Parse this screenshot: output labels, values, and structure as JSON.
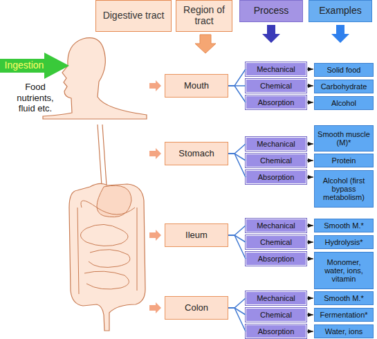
{
  "diagram": {
    "nodes": [
      {
        "text": [
          "Digestive tract"
        ]
      },
      {
        "text": [
          "Region of tract"
        ]
      },
      {
        "text": [
          "Process"
        ]
      },
      {
        "text": [
          "Examples"
        ]
      },
      {
        "text": [
          "Ingestion"
        ]
      },
      {
        "text": [
          "Mouth"
        ]
      },
      {
        "text": [
          "Mechanical"
        ]
      },
      {
        "text": [
          "Chemical"
        ]
      },
      {
        "text": [
          "Absorption"
        ]
      },
      {
        "text": [
          "Solid food"
        ]
      },
      {
        "text": [
          "Carbohydrate"
        ]
      },
      {
        "text": [
          "Alcohol"
        ]
      },
      {
        "text": [
          "Stomach"
        ]
      },
      {
        "text": [
          "Mechanical"
        ]
      },
      {
        "text": [
          "Chemical"
        ]
      },
      {
        "text": [
          "Absorption"
        ]
      },
      {
        "text": [
          "Smooth muscle (M)*"
        ]
      },
      {
        "text": [
          "Protein"
        ]
      },
      {
        "text": [
          "Alcohol (first bypass metabolism)"
        ]
      },
      {
        "text": [
          "Ileum"
        ]
      },
      {
        "text": [
          "Mechanical"
        ]
      },
      {
        "text": [
          "Chemical"
        ]
      },
      {
        "text": [
          "Absorption"
        ]
      },
      {
        "text": [
          "Smooth M.*"
        ]
      },
      {
        "text": [
          "Hydrolysis*"
        ]
      },
      {
        "text": [
          "Monomer, water, ions, vitamin"
        ]
      },
      {
        "text": [
          "Colon"
        ]
      },
      {
        "text": [
          "Mechanical"
        ]
      },
      {
        "text": [
          "Chemical"
        ]
      },
      {
        "text": [
          "Absorption"
        ]
      },
      {
        "text": [
          "Smooth M.*"
        ]
      },
      {
        "text": [
          "Fermentation*"
        ]
      },
      {
        "text": [
          "Water, ions"
        ]
      }
    ],
    "edges": [
      {
        "from": 5,
        "to": 6,
        "arrow": "none"
      },
      {
        "from": 5,
        "to": 7,
        "arrow": "none"
      },
      {
        "from": 5,
        "to": 8,
        "arrow": "none"
      },
      {
        "from": 6,
        "to": 9,
        "arrow": "to"
      },
      {
        "from": 7,
        "to": 10,
        "arrow": "to"
      },
      {
        "from": 8,
        "to": 11,
        "arrow": "to"
      },
      {
        "from": 12,
        "to": 13,
        "arrow": "none"
      },
      {
        "from": 12,
        "to": 14,
        "arrow": "none"
      },
      {
        "from": 12,
        "to": 15,
        "arrow": "none"
      },
      {
        "from": 13,
        "to": 16,
        "arrow": "to"
      },
      {
        "from": 14,
        "to": 17,
        "arrow": "to"
      },
      {
        "from": 15,
        "to": 18,
        "arrow": "to"
      },
      {
        "from": 19,
        "to": 20,
        "arrow": "none"
      },
      {
        "from": 19,
        "to": 21,
        "arrow": "none"
      },
      {
        "from": 19,
        "to": 22,
        "arrow": "none"
      },
      {
        "from": 20,
        "to": 23,
        "arrow": "to"
      },
      {
        "from": 21,
        "to": 24,
        "arrow": "to"
      },
      {
        "from": 22,
        "to": 25,
        "arrow": "to"
      },
      {
        "from": 26,
        "to": 27,
        "arrow": "none"
      },
      {
        "from": 26,
        "to": 28,
        "arrow": "none"
      },
      {
        "from": 26,
        "to": 29,
        "arrow": "none"
      },
      {
        "from": 27,
        "to": 30,
        "arrow": "to"
      },
      {
        "from": 28,
        "to": 31,
        "arrow": "to"
      },
      {
        "from": 29,
        "to": 32,
        "arrow": "to"
      }
    ],
    "labels": [
      "Food nutrients, fluid etc."
    ]
  }
}
